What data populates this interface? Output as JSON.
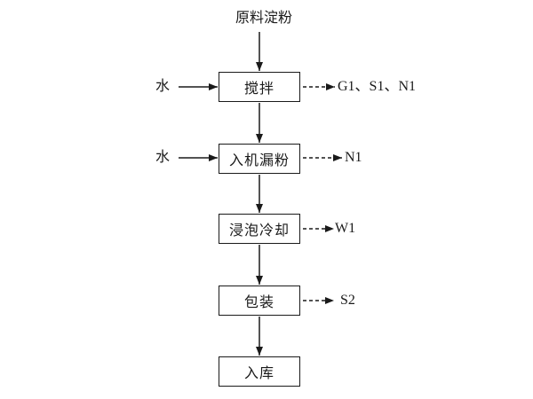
{
  "diagram": {
    "source_label": "原料淀粉",
    "nodes": [
      {
        "label": "搅拌"
      },
      {
        "label": "入机漏粉"
      },
      {
        "label": "浸泡冷却"
      },
      {
        "label": "包装"
      },
      {
        "label": "入库"
      }
    ],
    "water_inputs": [
      {
        "label": "水"
      },
      {
        "label": "水"
      }
    ],
    "emission_outputs": [
      {
        "label": "G1、S1、N1"
      },
      {
        "label": "N1"
      },
      {
        "label": "W1"
      },
      {
        "label": "S2"
      }
    ],
    "colors": {
      "line": "#1a1a1a",
      "text": "#1a1a1a",
      "background": "#ffffff"
    }
  }
}
